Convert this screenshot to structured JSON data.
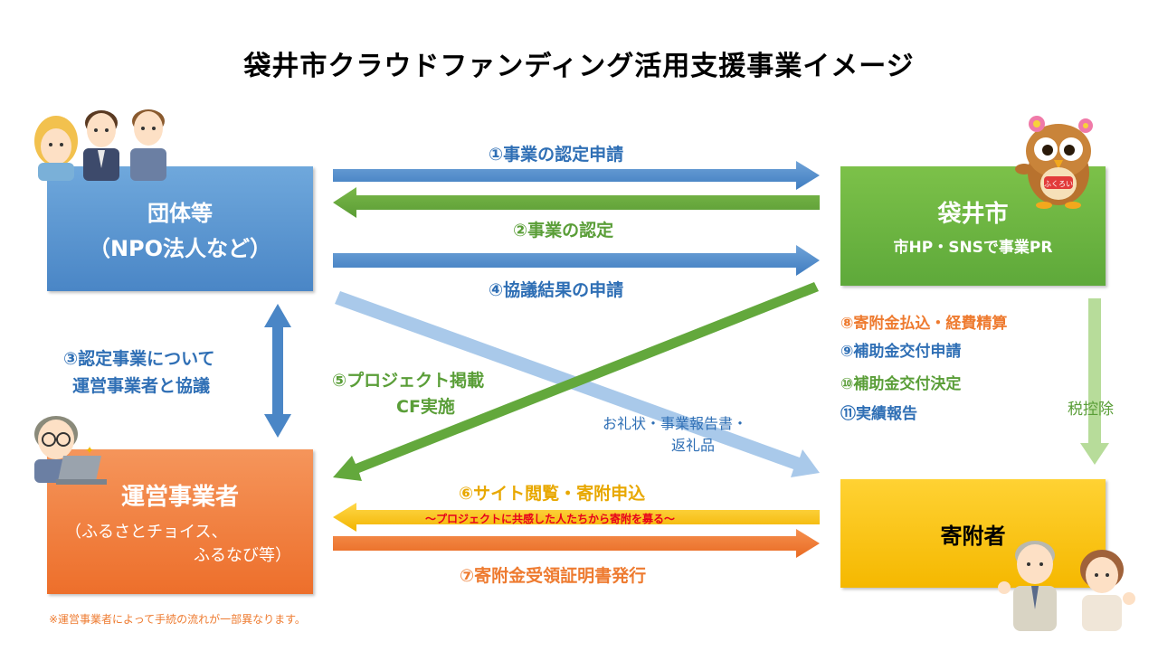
{
  "title": "袋井市クラウドファンディング活用支援事業イメージ",
  "boxes": {
    "org": {
      "line1": "団体等",
      "line2": "（NPO法人など）"
    },
    "city": {
      "line1": "袋井市",
      "line2": "市HP・SNSで事業PR"
    },
    "operator": {
      "line1": "運営事業者",
      "line2": "（ふるさとチョイス、",
      "line3": "ふるなび等）"
    },
    "donor": {
      "line1": "寄附者"
    }
  },
  "steps": {
    "s1": "①事業の認定申請",
    "s2": "②事業の認定",
    "s3a": "③認定事業について",
    "s3b": "運営事業者と協議",
    "s4": "④協議結果の申請",
    "s5a": "⑤プロジェクト掲載",
    "s5b": "CF実施",
    "s6": "⑥サイト閲覧・寄附申込",
    "s6sub": "～プロジェクトに共感した人たちから寄附を募る～",
    "s7": "⑦寄附金受領証明書発行",
    "s8": "⑧寄附金払込・経費精算",
    "s9": "⑨補助金交付申請",
    "s10": "⑩補助金交付決定",
    "s11": "⑪実績報告",
    "thanks_a": "お礼状・事業報告書・",
    "thanks_b": "返礼品",
    "tax": "税控除"
  },
  "mascot_badge": "ふくろい",
  "note": "※運営事業者によって手続の流れが一部異なります。"
}
